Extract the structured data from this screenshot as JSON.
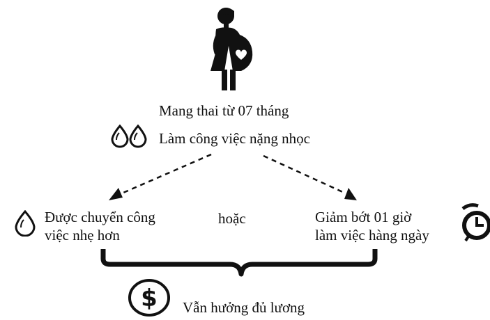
{
  "diagram": {
    "header": {
      "icon": "pregnant-woman-icon",
      "line1": "Mang thai từ 07 tháng",
      "line2": "Làm công việc nặng nhọc",
      "line2_icon": "double-droplet-icon"
    },
    "left_option": {
      "icon": "droplet-icon",
      "line1": "Được chuyển công",
      "line2": "việc nhẹ hơn"
    },
    "connector": "hoặc",
    "right_option": {
      "icon": "alarm-clock-icon",
      "line1": "Giảm bớt 01 giờ",
      "line2": "làm việc hàng ngày"
    },
    "outcome": {
      "icon": "dollar-coin-icon",
      "text": "Vẫn hưởng đủ lương"
    },
    "colors": {
      "ink": "#111111",
      "background": "#ffffff"
    }
  }
}
